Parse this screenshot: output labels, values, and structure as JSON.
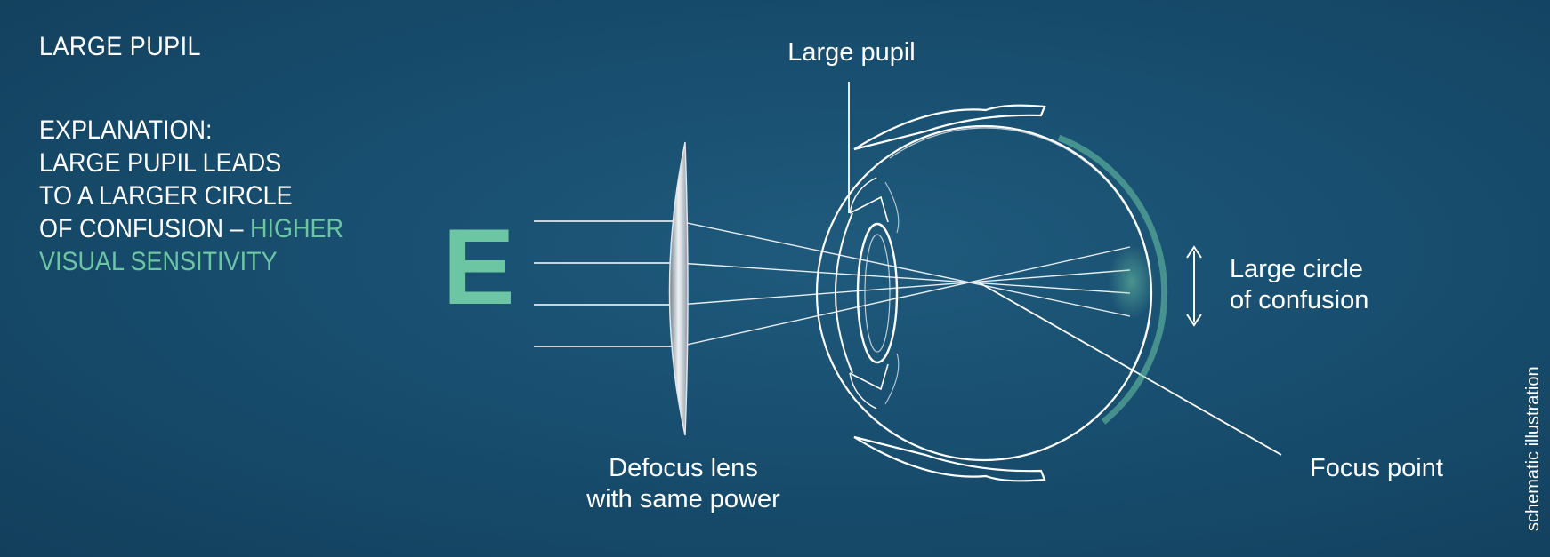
{
  "heading": "LARGE PUPIL",
  "explanation": {
    "line1": "EXPLANATION:",
    "line2": "LARGE PUPIL LEADS",
    "line3": "TO A LARGER CIRCLE",
    "line4": "OF CONFUSION –",
    "line4_highlight": "HIGHER",
    "line5_highlight": "VISUAL SENSITIVITY"
  },
  "letter": "E",
  "labels": {
    "large_pupil": "Large pupil",
    "circle_line1": "Large circle",
    "circle_line2": "of confusion",
    "focus_point": "Focus point",
    "lens_line1": "Defocus lens",
    "lens_line2": "with same power"
  },
  "footnote": "schematic illustration",
  "colors": {
    "background": "#184e6f",
    "accent": "#6cc6a4",
    "text": "#ffffff"
  }
}
